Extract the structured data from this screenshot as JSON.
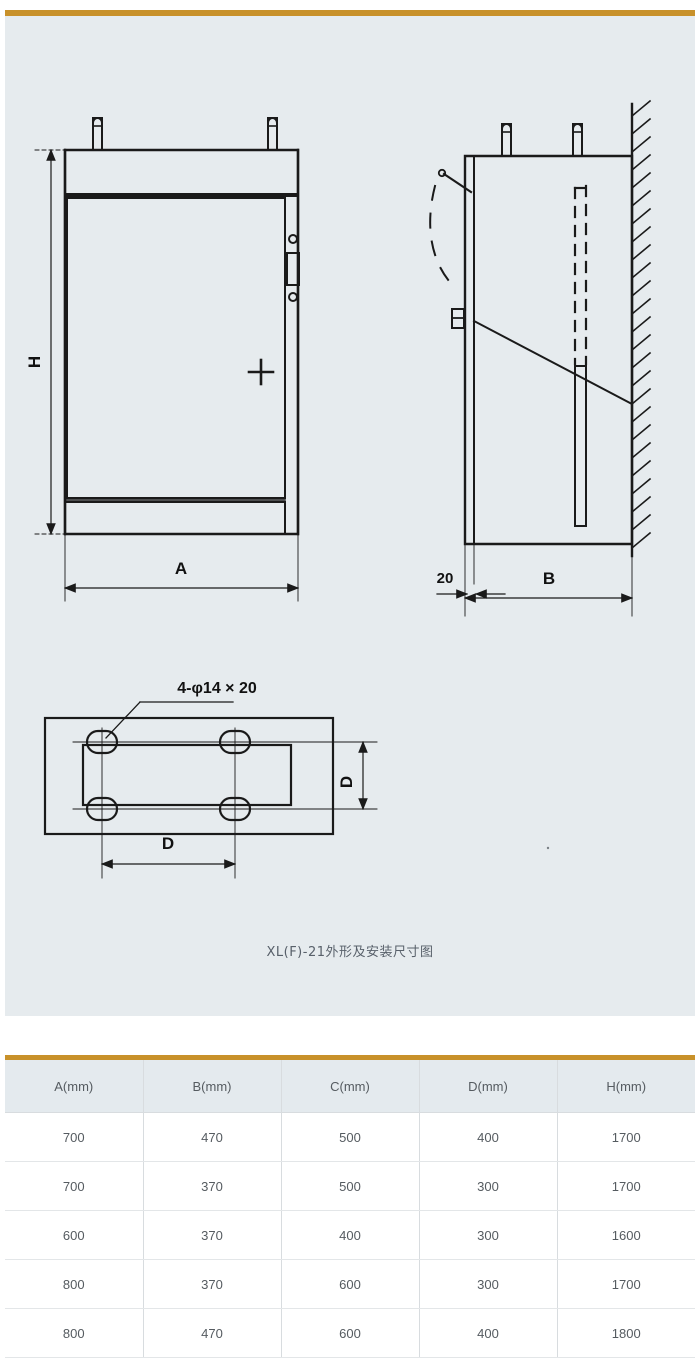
{
  "page": {
    "accent_color": "#c8912a",
    "panel_background": "#e6ebee",
    "line_color": "#1a1a1a"
  },
  "drawing": {
    "caption": "XL(F)-21外形及安装尺寸图",
    "front_view": {
      "height_label": "H",
      "width_label": "A"
    },
    "side_view": {
      "depth_label": "B",
      "clearance_label": "20"
    },
    "plan_view": {
      "hole_label": "4-φ14 × 20",
      "vertical_label": "D",
      "horizontal_label": "D"
    }
  },
  "table": {
    "headers": [
      "A(mm)",
      "B(mm)",
      "C(mm)",
      "D(mm)",
      "H(mm)"
    ],
    "rows": [
      [
        "700",
        "470",
        "500",
        "400",
        "1700"
      ],
      [
        "700",
        "370",
        "500",
        "300",
        "1700"
      ],
      [
        "600",
        "370",
        "400",
        "300",
        "1600"
      ],
      [
        "800",
        "370",
        "600",
        "300",
        "1700"
      ],
      [
        "800",
        "470",
        "600",
        "400",
        "1800"
      ]
    ]
  }
}
